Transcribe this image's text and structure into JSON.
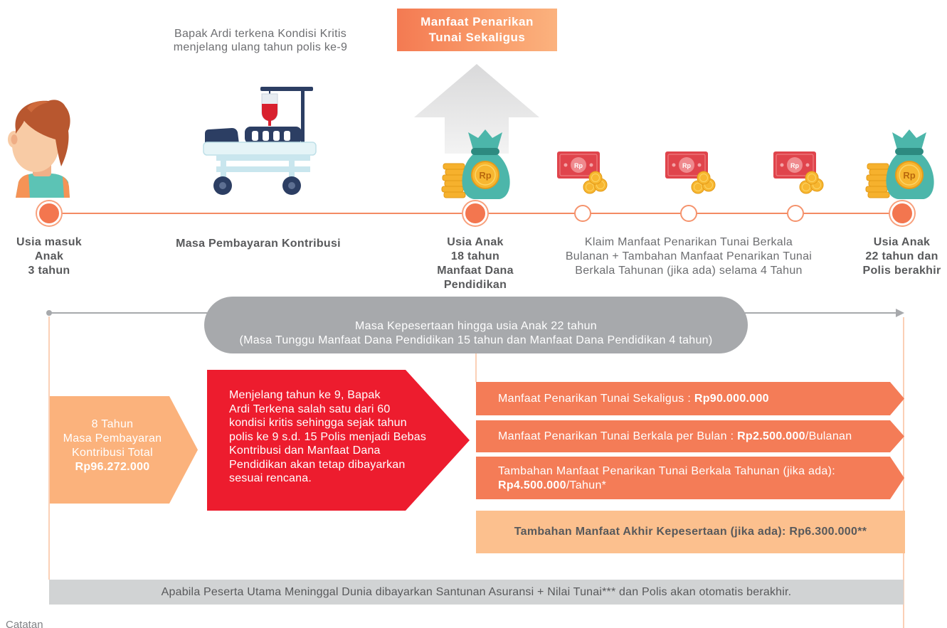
{
  "colors": {
    "orange": "#f47c57",
    "timeline_orange": "#f48a63",
    "peach": "#fbb27c",
    "light_peach": "#fcc08e",
    "red": "#ed1c2e",
    "gray_pill": "#a7a9ac",
    "light_gray_bar": "#d1d3d4",
    "text_gray": "#6d6e71",
    "teal": "#4cb6aa",
    "gold": "#f7b731",
    "navy": "#2c3e63"
  },
  "header": {
    "critical_note": [
      "Bapak Ardi terkena Kondisi Kritis",
      "menjelang ulang tahun polis ke-9"
    ],
    "lump_sum_badge": [
      "Manfaat Penarikan",
      "Tunai Sekaligus"
    ]
  },
  "illustrations": {
    "child": "child-icon",
    "bed": "hospital-bed-icon",
    "arrow": "up-arrow-icon",
    "bag": "money-bag-icon",
    "bill": "cash-bill-icon",
    "coin_label": "Rp"
  },
  "timeline": {
    "dots_filled": [
      true,
      true,
      false,
      false,
      false,
      true
    ],
    "entry_label": [
      "Usia masuk",
      "Anak",
      "3 tahun"
    ],
    "payment_period_label": "Masa Pembayaran Kontribusi",
    "education_label": [
      "Usia Anak",
      "18 tahun",
      "Manfaat Dana",
      "Pendidikan"
    ],
    "claim_label": [
      "Klaim Manfaat Penarikan Tunai Berkala",
      "Bulanan + Tambahan Manfaat Penarikan Tunai",
      "Berkala Tahunan (jika ada) selama 4 Tahun"
    ],
    "end_label": [
      "Usia Anak",
      "22 tahun dan",
      "Polis berakhir"
    ]
  },
  "coverage": {
    "pill": [
      "Masa Kepesertaan hingga usia Anak 22 tahun",
      "(Masa Tunggu Manfaat Dana Pendidikan 15 tahun dan Manfaat Dana Pendidikan 4 tahun)"
    ]
  },
  "payment_box": {
    "lines": [
      "8 Tahun",
      "Masa Pembayaran",
      "Kontribusi Total"
    ],
    "amount": "Rp96.272.000"
  },
  "waiver_box": {
    "lines": [
      "Menjelang tahun ke 9, Bapak",
      "Ardi Terkena salah satu dari 60",
      "kondisi kritis sehingga sejak tahun",
      "polis ke 9 s.d. 15 Polis menjadi Bebas",
      "Kontribusi dan Manfaat Dana",
      "Pendidikan akan tetap dibayarkan",
      "sesuai rencana."
    ]
  },
  "benefits": [
    {
      "text": "Manfaat Penarikan Tunai Sekaligus : ",
      "amount": "Rp90.000.000"
    },
    {
      "text": "Manfaat Penarikan Tunai Berkala per Bulan : ",
      "amount": "Rp2.500.000",
      "suffix": "/Bulanan"
    },
    {
      "text": "Tambahan Manfaat Penarikan Tunai Berkala Tahunan (jika ada):",
      "amount": "Rp4.500.000",
      "suffix": "/Tahun*"
    }
  ],
  "maturity_benefit": "Tambahan Manfaat Akhir Kepesertaan (jika ada): Rp6.300.000**",
  "death_benefit_note": "Apabila Peserta Utama Meninggal Dunia dibayarkan Santunan Asuransi + Nilai Tunai*** dan Polis akan otomatis berakhir.",
  "footer_note": "Catatan"
}
